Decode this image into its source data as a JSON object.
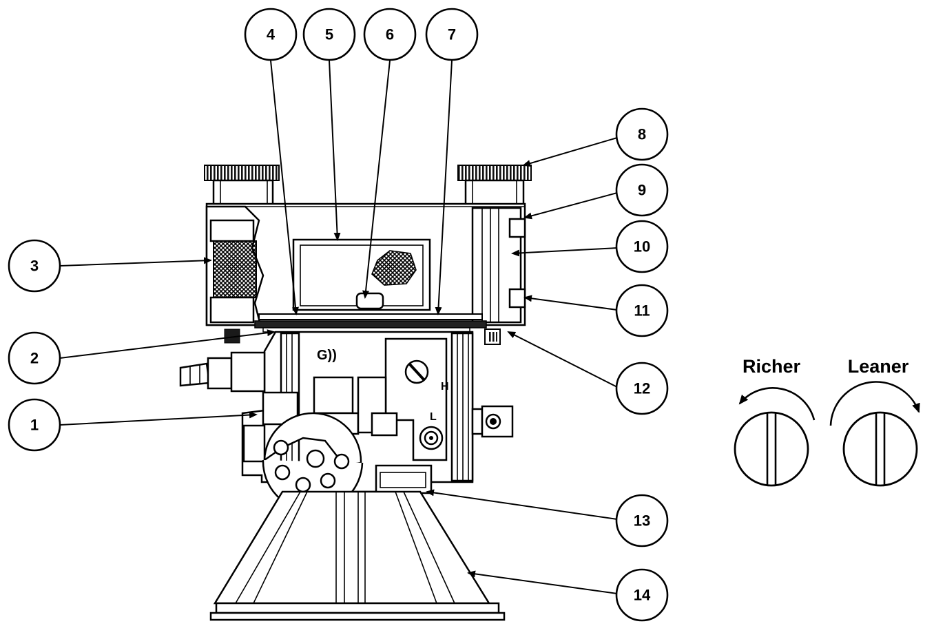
{
  "callouts": [
    {
      "id": "1",
      "label": "1"
    },
    {
      "id": "2",
      "label": "2"
    },
    {
      "id": "3",
      "label": "3"
    },
    {
      "id": "4",
      "label": "4"
    },
    {
      "id": "5",
      "label": "5"
    },
    {
      "id": "6",
      "label": "6"
    },
    {
      "id": "7",
      "label": "7"
    },
    {
      "id": "8",
      "label": "8"
    },
    {
      "id": "9",
      "label": "9"
    },
    {
      "id": "10",
      "label": "10"
    },
    {
      "id": "11",
      "label": "11"
    },
    {
      "id": "12",
      "label": "12"
    },
    {
      "id": "13",
      "label": "13"
    },
    {
      "id": "14",
      "label": "14"
    }
  ],
  "adjustment": {
    "richer_label": "Richer",
    "leaner_label": "Leaner"
  }
}
